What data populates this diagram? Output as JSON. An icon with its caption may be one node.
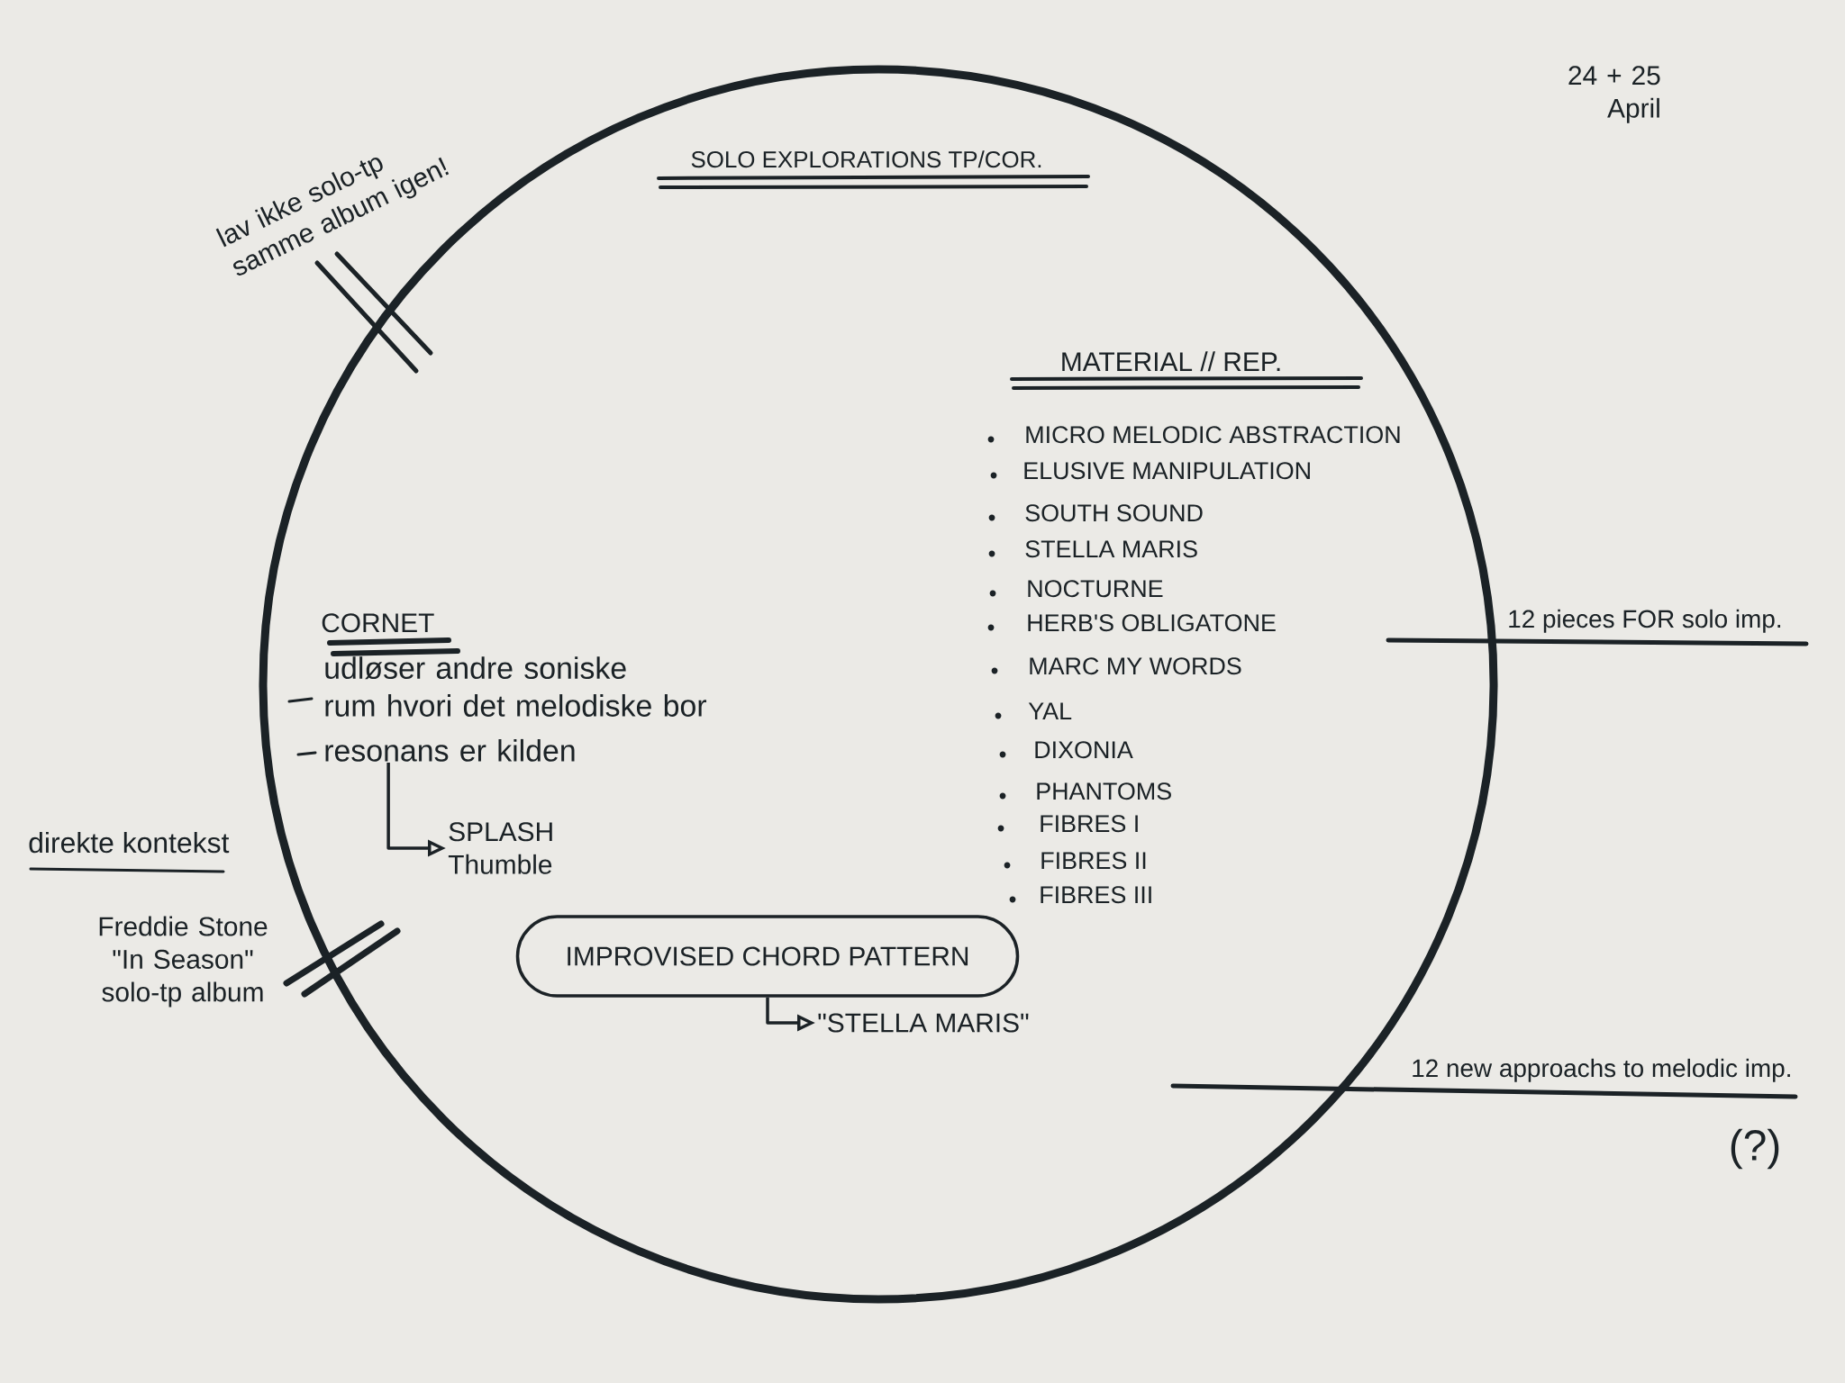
{
  "diagram": {
    "nodes": [
      {
        "text": [
          "SOLO EXPLORATIONS TP/COR."
        ]
      },
      {
        "text": [
          "CORNET",
          "udløser andre soniske rum hvori det melodiske bor",
          "resonans er kilden"
        ],
        "in": 0
      },
      {
        "text": [
          "SPLASH",
          "Thumble"
        ],
        "in": 0
      },
      {
        "text": [
          "IMPROVISED CHORD PATTERN"
        ],
        "in": 0
      },
      {
        "text": [
          "\"STELLA MARIS\""
        ],
        "in": 0
      }
    ],
    "edges": [
      {
        "from": 1,
        "to": 2,
        "arrow": "to"
      },
      {
        "from": 3,
        "to": 4,
        "arrow": "to"
      }
    ],
    "labels": [
      "24 + 25 April",
      "lav ikke solo-tp samme album igen!",
      "MATERIAL // REP.",
      "MICRO MELODIC ABSTRACTION",
      "ELUSIVE MANIPULATION",
      "SOUTH SOUND",
      "STELLA MARIS",
      "NOCTURNE",
      "HERB'S OBLIGATONE",
      "MARC MY WORDS",
      "YAL",
      "DIXONIA",
      "PHANTOMS",
      "FIBRES I",
      "FIBRES II",
      "FIBRES III",
      "12 pieces FOR solo imp.",
      "direkte kontekst",
      "Freddie Stone \"In Season\" solo-tp album",
      "12 new approachs to melodic imp.",
      "(?)"
    ]
  }
}
